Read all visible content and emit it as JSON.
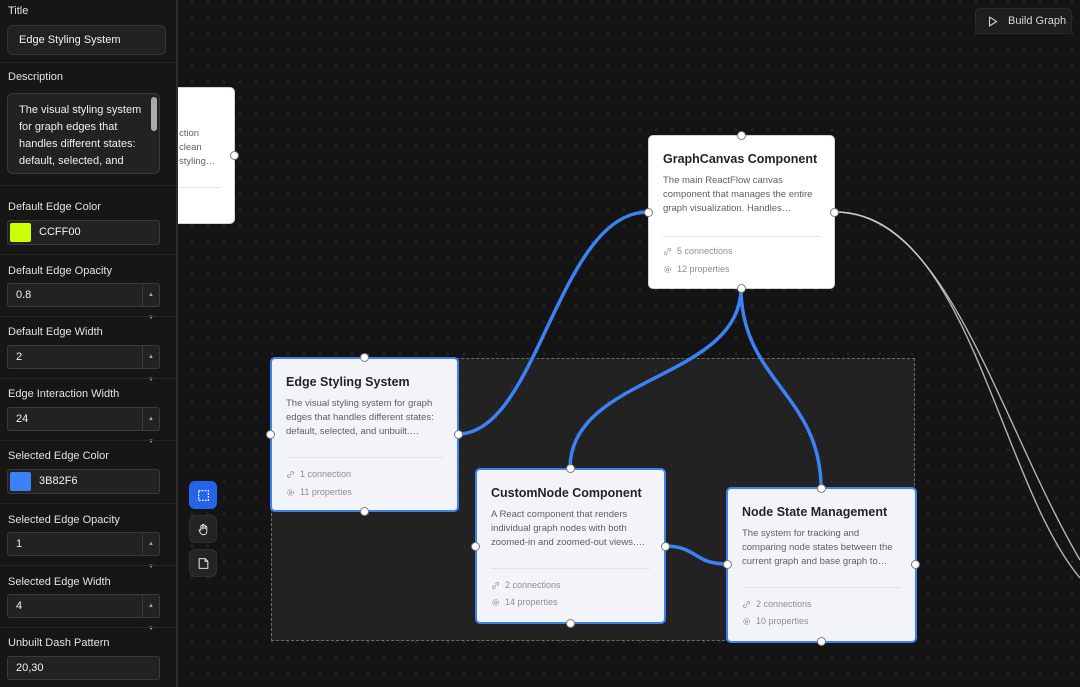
{
  "sidebar": {
    "title_label": "Title",
    "title_value": "Edge Styling System",
    "description_label": "Description",
    "description_value": "The visual styling system for graph edges that handles different states: default, selected, and unbuilt. Manages stroke",
    "default_edge_color_label": "Default Edge Color",
    "default_edge_color_value": "CCFF00",
    "default_edge_color_swatch": "#CCFF00",
    "default_edge_opacity_label": "Default Edge Opacity",
    "default_edge_opacity_value": "0.8",
    "default_edge_width_label": "Default Edge Width",
    "default_edge_width_value": "2",
    "edge_interaction_width_label": "Edge Interaction Width",
    "edge_interaction_width_value": "24",
    "selected_edge_color_label": "Selected Edge Color",
    "selected_edge_color_value": "3B82F6",
    "selected_edge_color_swatch": "#3B82F6",
    "selected_edge_opacity_label": "Selected Edge Opacity",
    "selected_edge_opacity_value": "1",
    "selected_edge_width_label": "Selected Edge Width",
    "selected_edge_width_value": "4",
    "unbuilt_dash_pattern_label": "Unbuilt Dash Pattern",
    "unbuilt_dash_pattern_value": "20,30"
  },
  "header": {
    "build_label": "Build Graph"
  },
  "toolbar": {
    "tools": [
      "select-icon",
      "hand-icon",
      "note-icon"
    ],
    "active_tool": "select-icon"
  },
  "nodes": {
    "partial": {
      "desc_line1": "ction",
      "desc_line2": "clean",
      "desc_line3": "styling…"
    },
    "graphcanvas": {
      "title": "GraphCanvas Component",
      "description": "The main ReactFlow canvas component that manages the entire graph visualization. Handles…",
      "connections": "5 connections",
      "properties": "12 properties"
    },
    "edgestyling": {
      "title": "Edge Styling System",
      "description": "The visual styling system for graph edges that handles different states: default, selected, and unbuilt.…",
      "connections": "1 connection",
      "properties": "11 properties"
    },
    "customnode": {
      "title": "CustomNode Component",
      "description": "A React component that renders individual graph nodes with both zoomed-in and zoomed-out views.…",
      "connections": "2 connections",
      "properties": "14 properties"
    },
    "nodestate": {
      "title": "Node State Management",
      "description": "The system for tracking and comparing node states between the current graph and base graph to…",
      "connections": "2 connections",
      "properties": "10 properties"
    }
  },
  "colors": {
    "selected_edge": "#3B82F6",
    "default_edge": "#D0D0D0",
    "canvas_bg": "#141414"
  }
}
